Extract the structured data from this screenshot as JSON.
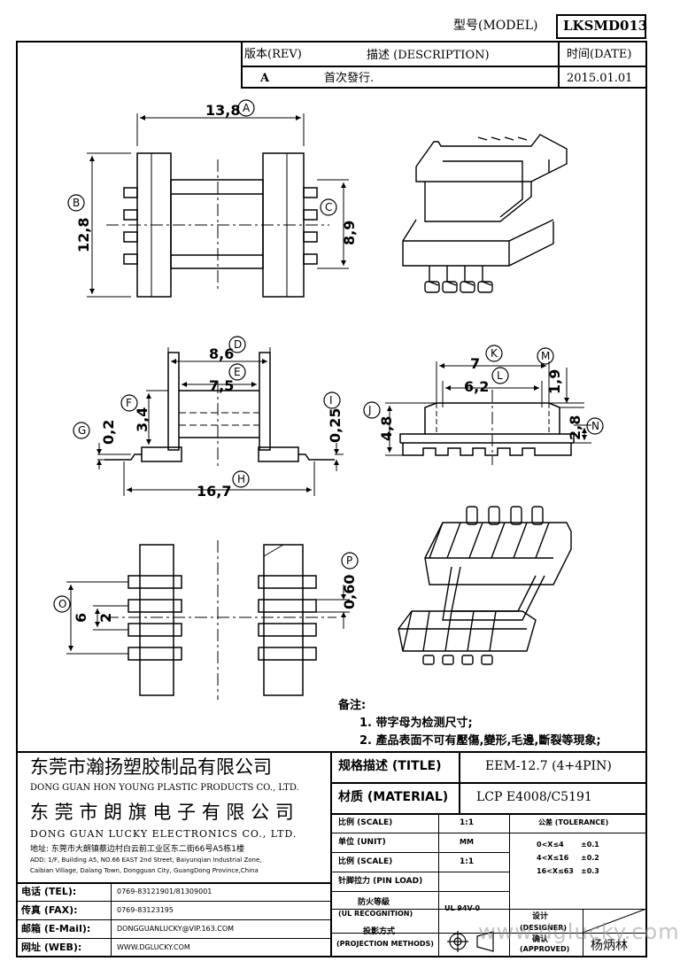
{
  "header": {
    "model_label": "型号(MODEL)",
    "model_value": "LKSMD013",
    "rev_label": "版本(REV)",
    "desc_label": "描述 (DESCRIPTION)",
    "date_label": "时间(DATE)",
    "rev_value": "A",
    "desc_value": "首次發行.",
    "date_value": "2015.01.01"
  },
  "dims": {
    "A": {
      "letter": "A",
      "value": "13,8"
    },
    "B": {
      "letter": "B",
      "value": "12,8"
    },
    "C": {
      "letter": "C",
      "value": "8,9"
    },
    "D": {
      "letter": "D",
      "value": "8,6"
    },
    "E": {
      "letter": "E",
      "value": "7,5"
    },
    "F": {
      "letter": "F",
      "value": "3,4"
    },
    "G": {
      "letter": "G",
      "value": "0,2"
    },
    "H": {
      "letter": "H",
      "value": "16,7"
    },
    "I": {
      "letter": "I",
      "value": "0,25"
    },
    "J": {
      "letter": "J",
      "value": "4,8"
    },
    "K": {
      "letter": "K",
      "value": "7"
    },
    "L": {
      "letter": "L",
      "value": "6,2"
    },
    "M": {
      "letter": "M",
      "value": "1,9"
    },
    "N": {
      "letter": "N",
      "value": "2,8"
    },
    "O": {
      "letter": "O",
      "value": "6"
    },
    "P": {
      "letter": "P",
      "value": "0,60"
    },
    "pitch": {
      "value": "2"
    }
  },
  "notes": {
    "title": "备注:",
    "line1": "1. 带字母为检测尺寸;",
    "line2": "2. 產品表面不可有壓傷,變形,毛邊,斷裂等現象;"
  },
  "company": {
    "cn1": "东莞市瀚扬塑胶制品有限公司",
    "en1": "DONG GUAN HON YOUNG PLASTIC PRODUCTS CO., LTD.",
    "cn2": "东 莞 市 朗 旗 电 子 有 限 公 司",
    "en2": "DONG GUAN LUCKY ELECTRONICS CO., LTD.",
    "addr_cn": "地址: 东莞市大朗镇蔡边村白云前工业区东二街66号A5栋1楼",
    "addr_en1": "ADD: 1/F, Building A5, NO.66 EAST 2nd Street, Baiyunqian Industrial Zone,",
    "addr_en2": "Caibian Village, Dalang Town, Dongguan City, GuangDong Province,China"
  },
  "contacts": [
    {
      "label": "电话 (TEL):",
      "value": "0769-83121901/81309001"
    },
    {
      "label": "传真 (FAX):",
      "value": "0769-83123195"
    },
    {
      "label": "邮箱 (E-Mail):",
      "value": "DONGGUANLUCKY@VIP.163.COM"
    },
    {
      "label": "网址 (WEB):",
      "value": "WWW.DGLUCKY.COM"
    }
  ],
  "title_block": {
    "title_label": "规格描述 (TITLE)",
    "title_value": "EEM-12.7 (4+4PIN)",
    "material_label": "材质 (MATERIAL)",
    "material_value": "LCP E4008/C5191",
    "scale_label": "比例 (SCALE)",
    "scale_value": "1:1",
    "unit_label": "单位 (UNIT)",
    "unit_value": "MM",
    "scale2_label": "比例 (SCALE)",
    "scale2_value": "1:1",
    "pin_load_label": "针脚拉力 (PIN LOAD)",
    "fire_label_1": "防火等級",
    "fire_label_2": "(UL RECOGNITION)",
    "fire_value": "UL 94V-0",
    "proj_label_1": "投影方式",
    "proj_label_2": "(PROJECTION METHODS)",
    "tolerance_label": "公差 (TOLERANCE)",
    "tol_rows": [
      {
        "range": "0<X≤4",
        "value": "±0.1"
      },
      {
        "range": "4<X≤16",
        "value": "±0.2"
      },
      {
        "range": "16<X≤63",
        "value": "±0.3"
      }
    ],
    "designer_1": "设计",
    "designer_2": "(DESIGNER)",
    "approved_1": "确认",
    "approved_2": "(APPROVED)",
    "approver_name": "杨炳林"
  },
  "watermark": "www.dglucky.com"
}
